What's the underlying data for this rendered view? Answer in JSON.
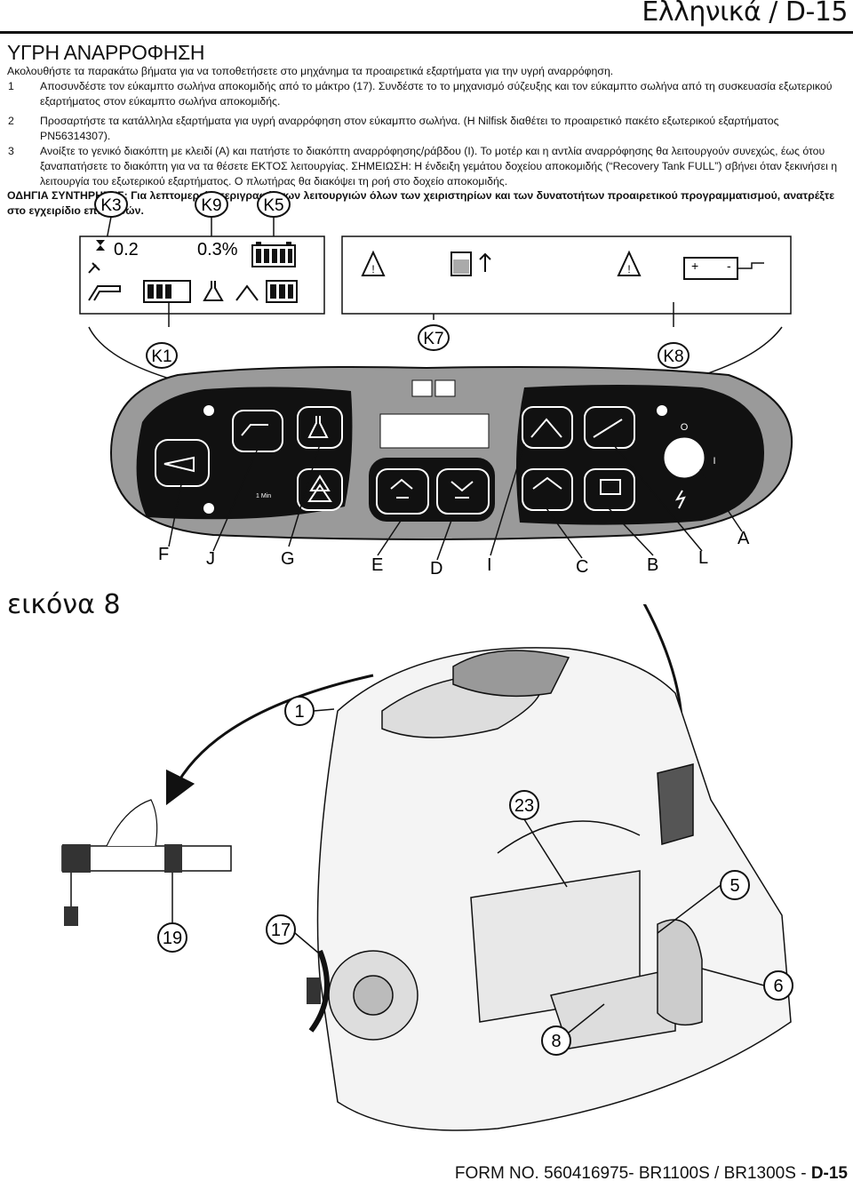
{
  "header": {
    "language_page": "Ελληνικά / D-15"
  },
  "section": {
    "title": "ΥΓΡΗ ΑΝΑΡΡΟΦΗΣΗ",
    "intro": "Ακολουθήστε τα παρακάτω βήματα για να τοποθετήσετε στο μηχάνημα τα προαιρετικά εξαρτήματα για την υγρή αναρρόφηση.",
    "steps": [
      {
        "num": "1",
        "text": "Αποσυνδέστε τον εύκαμπτο σωλήνα αποκομιδής από το μάκτρο (17).  Συνδέστε το το μηχανισμό σύζευξης και τον εύκαμπτο σωλήνα από τη συσκευασία εξωτερικού εξαρτήματος στον εύκαμπτο σωλήνα αποκομιδής."
      },
      {
        "num": "2",
        "text": "Προσαρτήστε τα κατάλληλα εξαρτήματα για υγρή αναρρόφηση στον εύκαμπτο σωλήνα.  (Η Nilfisk διαθέτει το προαιρετικό πακέτο εξωτερικού εξαρτήματος PN56314307)."
      },
      {
        "num": "3",
        "text": "Ανοίξτε το γενικό διακόπτη με κλειδί (A) και πατήστε το διακόπτη αναρρόφησης/ράβδου (I).  Το μοτέρ και η αντλία αναρρόφησης θα λειτουργούν συνεχώς, έως ότου ξαναπατήσετε το διακόπτη για να τα θέσετε ΕΚΤΟΣ λειτουργίας.  ΣΗΜΕΙΩΣΗ:  Η ένδειξη γεμάτου δοχείου αποκομιδής (“Recovery Tank FULL”) σβήνει όταν ξεκινήσει η λειτουργία του εξωτερικού εξαρτήματος. Ο πλωτήρας θα διακόψει τη ροή στο δοχείο αποκομιδής."
      }
    ],
    "maintenance_note": "ΟΔΗΓΙΑ ΣΥΝΤΗΡΗΣΗΣ: Για λεπτομερείς περιγραφές των λειτουργιών όλων των χειριστηρίων και των δυνατοτήτων προαιρετικού προγραμματισμού, ανατρέξτε στο εγχειρίδιο επισκευών."
  },
  "figure": {
    "label": "εικόνα 8",
    "display_callouts": [
      "K3",
      "K9",
      "K5",
      "K1",
      "K7",
      "K8"
    ],
    "display_values": {
      "left": "0.2",
      "right": "0.3%"
    },
    "battery_signs": {
      "plus": "+",
      "minus": "-"
    },
    "panel_letters": [
      "F",
      "J",
      "G",
      "E",
      "D",
      "I",
      "C",
      "B",
      "L",
      "A"
    ],
    "key_switch_marks": {
      "on": "I",
      "off": "O"
    },
    "machine_callouts": [
      "1",
      "23",
      "5",
      "6",
      "8",
      "17",
      "19"
    ],
    "min_label": "1 Min"
  },
  "footer": {
    "form": "FORM NO. 560416975- BR1100S / BR1300S - ",
    "page": "D-15"
  }
}
